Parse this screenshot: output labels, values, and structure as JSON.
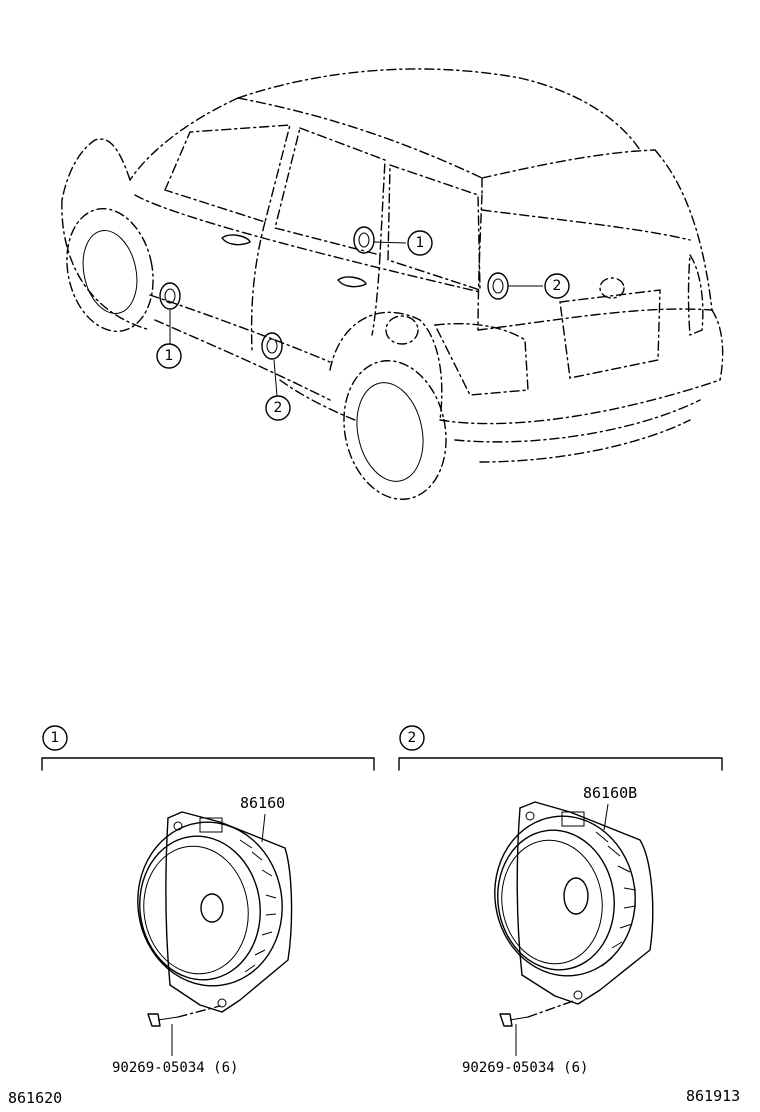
{
  "callouts": {
    "front_door_speaker": "1",
    "rear_door_speaker": "1",
    "rear_side_speaker": "2",
    "lower_speaker": "2"
  },
  "sections": [
    {
      "number": "1",
      "part_number": "86160",
      "screw_part": "90269-05034 (6)"
    },
    {
      "number": "2",
      "part_number": "86160B",
      "screw_part": "90269-05034 (6)"
    }
  ],
  "footer": {
    "left_code": "861620",
    "right_code": "861913"
  }
}
